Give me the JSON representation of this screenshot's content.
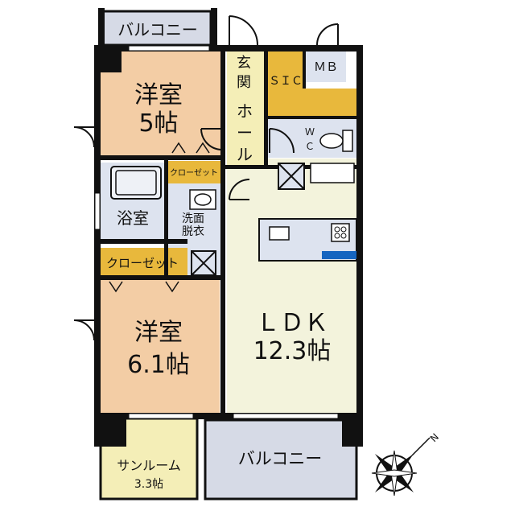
{
  "rooms": {
    "western_room_1": {
      "name": "洋室",
      "size": "5帖"
    },
    "western_room_2": {
      "name": "洋室",
      "size": "6.1帖"
    },
    "ldk": {
      "name": "ＬＤＫ",
      "size": "12.3帖"
    },
    "bath": {
      "name": "浴室"
    },
    "washroom": {
      "line1": "洗面",
      "line2": "脱衣"
    },
    "entrance": {
      "line1": "玄",
      "line2": "関"
    },
    "hall": {
      "line1": "ホ",
      "line2": "ー",
      "line3": "ル"
    },
    "sic": {
      "label": "ＳＩＣ"
    },
    "mb": {
      "label": "ＭＢ"
    },
    "wc": {
      "line1": "Ｗ",
      "line2": "Ｃ"
    },
    "sunroom": {
      "name": "サンルーム",
      "size": "3.3帖"
    }
  },
  "closets": {
    "closet_1": "クローゼット",
    "closet_2": "クローゼット"
  },
  "balconies": {
    "top": "バルコニー",
    "bottom": "バルコニー"
  },
  "compass": {
    "north": "N"
  },
  "colors": {
    "wall": "#111111",
    "western_room": "#f3cda5",
    "ldk": "#f3f3dc",
    "hall": "#f4eeb7",
    "sic": "#e8b83c",
    "closet": "#e8b83c",
    "wet_area": "#dde3ef",
    "balcony": "#d6dae6",
    "sunroom": "#f4eeb7"
  }
}
